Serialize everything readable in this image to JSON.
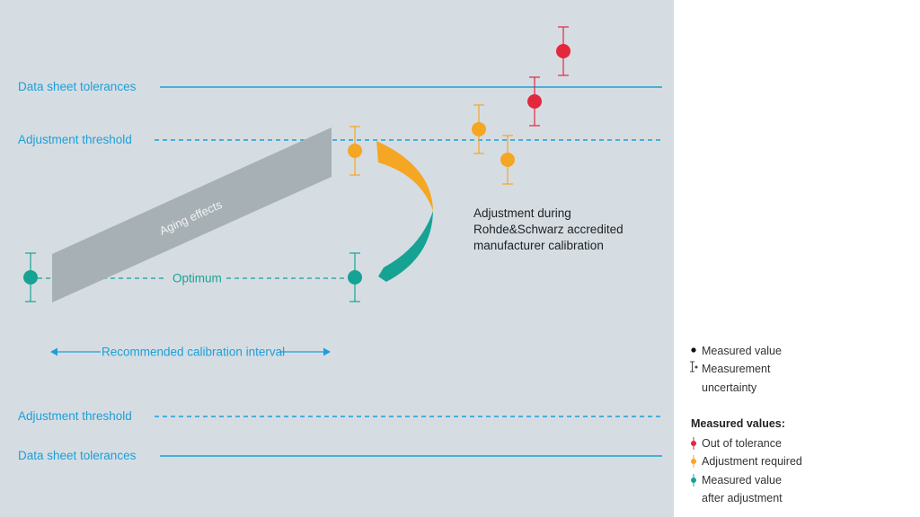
{
  "colors": {
    "blue": "#1d9fd8",
    "teal": "#17a394",
    "orange": "#f5a623",
    "red": "#e3273d",
    "gray_band": "#a7b0b5",
    "background": "#d5dde3"
  },
  "lines": {
    "upper_tolerance": "Data sheet tolerances",
    "upper_threshold": "Adjustment threshold",
    "optimum": "Optimum",
    "lower_threshold": "Adjustment threshold",
    "lower_tolerance": "Data sheet tolerances"
  },
  "aging_label": "Aging effects",
  "interval_label": "Recommended calibration interval",
  "adjustment_note": [
    "Adjustment during",
    "Rohde&Schwarz accredited",
    "manufacturer calibration"
  ],
  "legend": {
    "measured_value": "Measured value",
    "uncertainty_line1": "Measurement",
    "uncertainty_line2": "uncertainty",
    "heading": "Measured values:",
    "out_of_tolerance": "Out of tolerance",
    "adjustment_required": "Adjustment required",
    "after_adjustment_line1": "Measured value",
    "after_adjustment_line2": "after adjustment"
  },
  "points": [
    {
      "id": "start",
      "status": "after_adjustment"
    },
    {
      "id": "before-adjustment",
      "status": "adjustment_required"
    },
    {
      "id": "after-adjustment",
      "status": "after_adjustment"
    },
    {
      "id": "drift-1",
      "status": "adjustment_required"
    },
    {
      "id": "drift-2",
      "status": "adjustment_required"
    },
    {
      "id": "drift-3",
      "status": "out_of_tolerance"
    },
    {
      "id": "drift-4",
      "status": "out_of_tolerance"
    }
  ]
}
